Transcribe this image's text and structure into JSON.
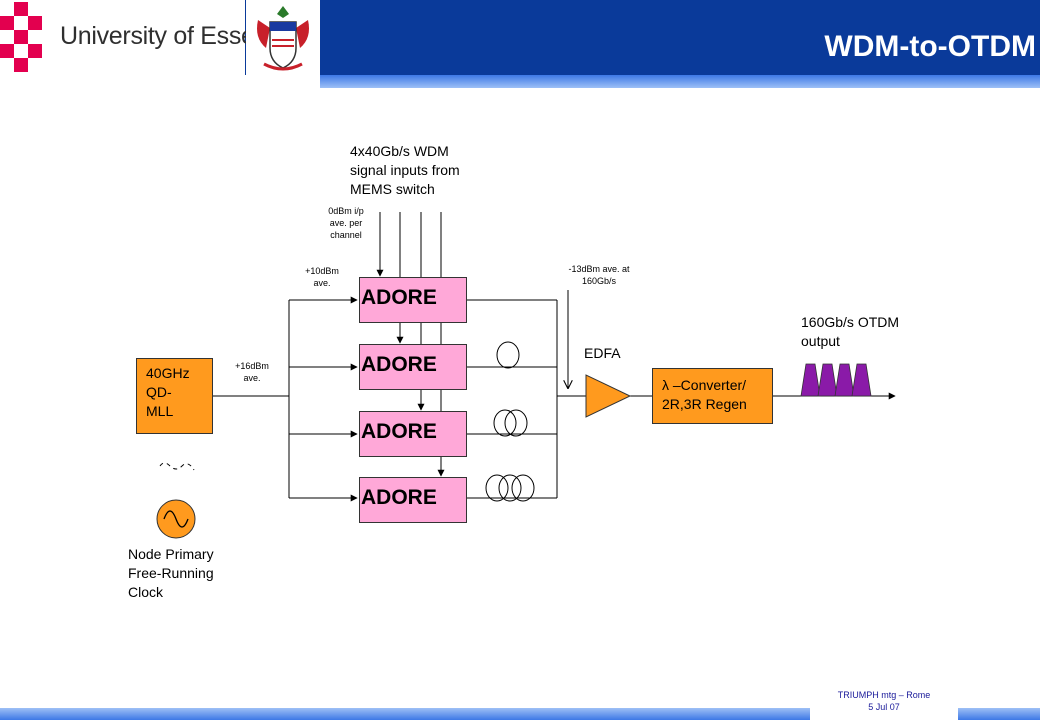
{
  "header": {
    "university": "University of Essex",
    "title": "WDM-to-OTDM"
  },
  "diagram": {
    "inputs_label": [
      "4x40Gb/s WDM",
      "signal inputs from",
      "MEMS switch"
    ],
    "input_power_label": [
      "0dBm i/p",
      "ave. per",
      "channel"
    ],
    "adore_power_label": [
      "+10dBm",
      "ave."
    ],
    "mll_power_label": [
      "+16dBm",
      "ave."
    ],
    "output_power_label": [
      "-13dBm ave. at",
      "160Gb/s"
    ],
    "mll_label": [
      "40GHz",
      "QD-",
      "MLL"
    ],
    "adore_labels": [
      "ADORE",
      "ADORE",
      "ADORE",
      "ADORE"
    ],
    "edfa_label": "EDFA",
    "converter_label": [
      "λ –Converter/",
      "2R,3R Regen"
    ],
    "output_label": [
      "160Gb/s OTDM",
      "output"
    ],
    "clock_label": [
      "Node Primary",
      "Free-Running",
      "Clock"
    ]
  },
  "colors": {
    "header_blue": "#0a3a9a",
    "amplifier_orange": "#ff9a1e",
    "adore_pink": "#ffa8d8",
    "pulse_purple": "#8a1aa8",
    "footer_text": "#1a1a9a"
  },
  "footer": {
    "lines": [
      "TRIUMPH mtg – Rome",
      "5 Jul 07"
    ]
  }
}
